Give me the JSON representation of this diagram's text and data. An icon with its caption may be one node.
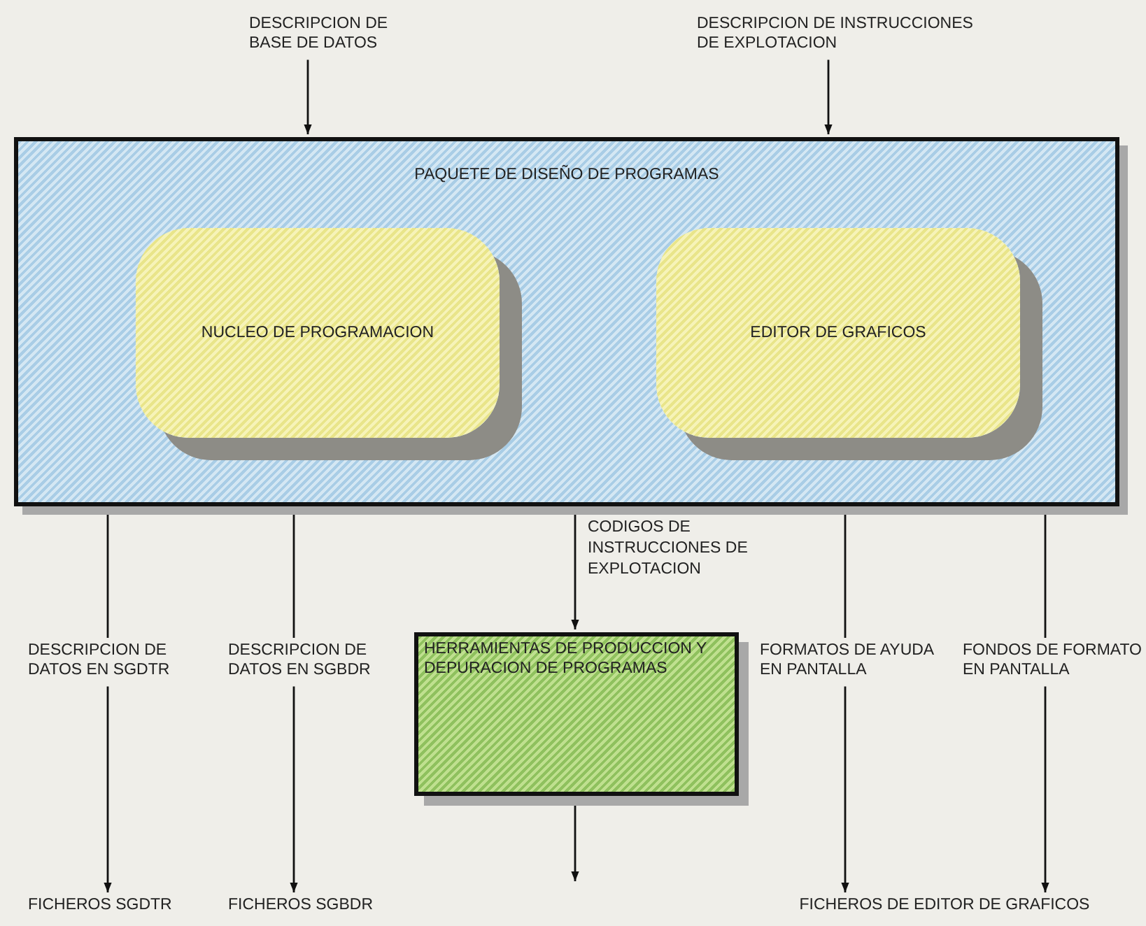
{
  "diagram": {
    "nodes": [
      {
        "text": [
          "DESCRIPCION DE BASE DE DATOS"
        ]
      },
      {
        "text": [
          "DESCRIPCION DE INSTRUCCIONES DE EXPLOTACION"
        ]
      },
      {
        "text": [
          "PAQUETE DE DISEÑO DE PROGRAMAS"
        ]
      },
      {
        "text": [
          "NUCLEO DE PROGRAMACION"
        ],
        "in": 2
      },
      {
        "text": [
          "EDITOR DE GRAFICOS"
        ],
        "in": 2
      },
      {
        "text": [
          "DESCRIPCION DE DATOS EN SGDTR"
        ]
      },
      {
        "text": [
          "DESCRIPCION DE DATOS EN SGBDR"
        ]
      },
      {
        "text": [
          "HERRAMIENTAS DE PRODUCCION Y DEPURACION DE PROGRAMAS"
        ]
      },
      {
        "text": [
          "FORMATOS DE AYUDA EN PANTALLA"
        ]
      },
      {
        "text": [
          "FONDOS DE FORMATO EN PANTALLA"
        ]
      },
      {
        "text": [
          "FICHEROS SGDTR"
        ]
      },
      {
        "text": [
          "FICHEROS SGBDR"
        ]
      },
      {
        "text": [
          "FICHEROS DE EDITOR DE GRAFICOS"
        ]
      }
    ],
    "edges": [
      {
        "from": 0,
        "to": 2,
        "arrow": "to"
      },
      {
        "from": 1,
        "to": 2,
        "arrow": "to"
      },
      {
        "from": 2,
        "to": 5,
        "arrow": "none"
      },
      {
        "from": 5,
        "to": 10,
        "arrow": "to"
      },
      {
        "from": 2,
        "to": 6,
        "arrow": "none"
      },
      {
        "from": 6,
        "to": 11,
        "arrow": "to"
      },
      {
        "from": 2,
        "to": 7,
        "arrow": "to",
        "label": "CODIGOS DE INSTRUCCIONES DE EXPLOTACION"
      },
      {
        "from": 7,
        "to": null,
        "arrow": "to"
      },
      {
        "from": 2,
        "to": 8,
        "arrow": "none"
      },
      {
        "from": 8,
        "to": 12,
        "arrow": "to"
      },
      {
        "from": 2,
        "to": 9,
        "arrow": "none"
      },
      {
        "from": 9,
        "to": 12,
        "arrow": "to"
      }
    ]
  }
}
